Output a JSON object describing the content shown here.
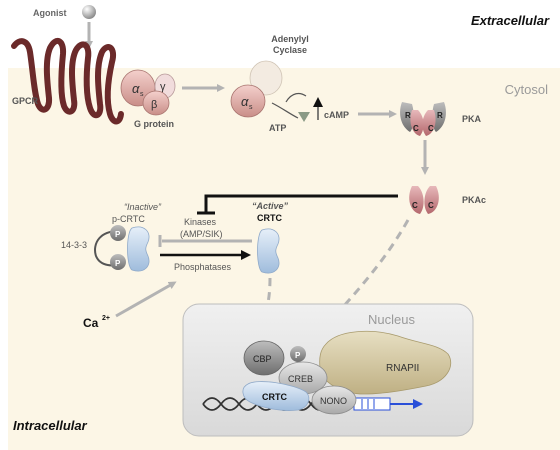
{
  "regions": {
    "extracellular": "Extracellular",
    "cytosol": "Cytosol",
    "intracellular": "Intracellular",
    "nucleus": "Nucleus"
  },
  "labels": {
    "agonist": "Agonist",
    "gpcr": "GPCR",
    "g_protein": "G protein",
    "alpha_s": "α",
    "alpha_sub": "s",
    "beta": "β",
    "gamma": "γ",
    "adenylyl_1": "Adenylyl",
    "adenylyl_2": "Cyclase",
    "atp": "ATP",
    "camp": "cAMP",
    "pka": "PKA",
    "pkac": "PKAc",
    "r": "R",
    "c": "C",
    "inactive_quote": "“Inactive”",
    "p_crtc": "p-CRTC",
    "active_quote": "“Active”",
    "crtc": "CRTC",
    "kinases_1": "Kinases",
    "kinases_2": "(AMP/SIK)",
    "phosphatases": "Phosphatases",
    "protein_1433": "14-3-3",
    "p": "P",
    "ca_base": "Ca",
    "ca_sup": "2+",
    "cbp": "CBP",
    "creb": "CREB",
    "nono": "NONO",
    "rnapii": "RNAPII"
  },
  "colors": {
    "cytosol_fill": "#fcf6e6",
    "membrane": "#6b2a2a",
    "g_protein": "#e8b6b2",
    "crtc": "#c6d9ee",
    "pka": "#d99da0",
    "arrow_gray": "#b3b3b3",
    "rnapii": "#d8cca4",
    "nucleus_fill": "#e6e6e6"
  }
}
